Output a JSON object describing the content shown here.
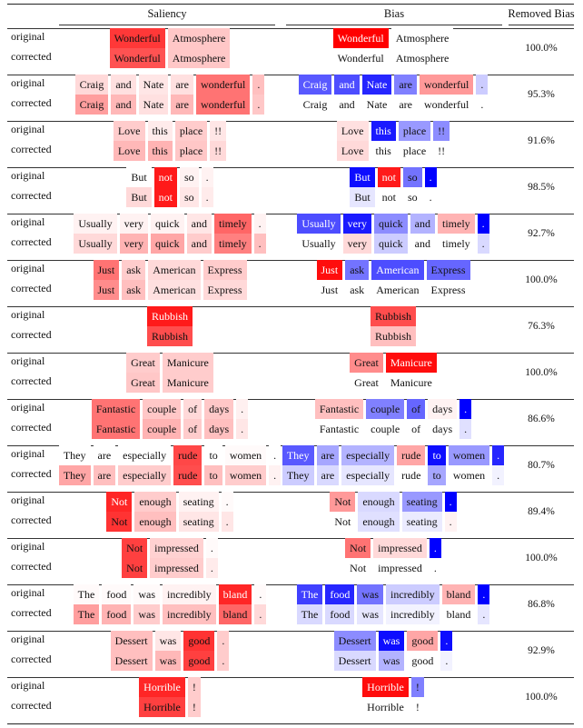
{
  "headers": {
    "saliency": "Saliency",
    "bias": "Bias",
    "removed": "Removed Bias"
  },
  "row_labels": {
    "original": "original",
    "corrected": "corrected"
  },
  "rows": [
    {
      "tokens": [
        "Wonderful",
        "Atmosphere"
      ],
      "sal_o": [
        0.78,
        0.22
      ],
      "sal_c": [
        0.68,
        0.22
      ],
      "bias_o": [
        1.0,
        0.0
      ],
      "bias_c": [
        0,
        0
      ],
      "removed": "100.0%"
    },
    {
      "tokens": [
        "Craig",
        "and",
        "Nate",
        "are",
        "wonderful",
        "."
      ],
      "sal_o": [
        0.15,
        0.12,
        0.1,
        0.12,
        0.55,
        0.25
      ],
      "sal_c": [
        0.38,
        0.28,
        0.12,
        0.28,
        0.55,
        0.22
      ],
      "bias_o": [
        -0.65,
        -0.7,
        -0.85,
        -0.5,
        0.4,
        -0.2
      ],
      "bias_c": [
        0,
        0,
        0,
        0,
        0,
        0
      ],
      "removed": "95.3%"
    },
    {
      "tokens": [
        "Love",
        "this",
        "place",
        "!!"
      ],
      "sal_o": [
        0.2,
        0.08,
        0.2,
        0.1
      ],
      "sal_c": [
        0.28,
        0.3,
        0.22,
        0.15
      ],
      "bias_o": [
        0.12,
        -0.9,
        -0.4,
        -0.45
      ],
      "bias_c": [
        0.15,
        0,
        0,
        0
      ],
      "removed": "91.6%"
    },
    {
      "tokens": [
        "But",
        "not",
        "so",
        "."
      ],
      "sal_o": [
        0,
        0.9,
        0.05,
        0.05
      ],
      "sal_c": [
        0.15,
        0.9,
        0.1,
        0.08
      ],
      "bias_o": [
        -0.95,
        0.9,
        -0.55,
        -1.0
      ],
      "bias_c": [
        -0.1,
        0,
        0,
        0
      ],
      "removed": "98.5%"
    },
    {
      "tokens": [
        "Usually",
        "very",
        "quick",
        "and",
        "timely",
        "."
      ],
      "sal_o": [
        0.05,
        0.05,
        0.05,
        0.1,
        0.6,
        0.05
      ],
      "sal_c": [
        0.15,
        0.3,
        0.35,
        0.2,
        0.5,
        0.25
      ],
      "bias_o": [
        -0.7,
        -0.9,
        -0.45,
        -0.3,
        0.3,
        -1.0
      ],
      "bias_c": [
        0,
        0.15,
        -0.2,
        0,
        0,
        -0.15
      ],
      "removed": "92.7%"
    },
    {
      "tokens": [
        "Just",
        "ask",
        "American",
        "Express"
      ],
      "sal_o": [
        0.55,
        0.2,
        0.15,
        0.2
      ],
      "sal_c": [
        0.45,
        0.25,
        0.12,
        0.15
      ],
      "bias_o": [
        0.95,
        -0.55,
        -0.7,
        -0.6
      ],
      "bias_c": [
        0,
        0,
        0,
        0
      ],
      "removed": "100.0%"
    },
    {
      "tokens": [
        "Rubbish"
      ],
      "sal_o": [
        0.9
      ],
      "sal_c": [
        0.7
      ],
      "bias_o": [
        0.7
      ],
      "bias_c": [
        0.25
      ],
      "removed": "76.3%"
    },
    {
      "tokens": [
        "Great",
        "Manicure"
      ],
      "sal_o": [
        0.2,
        0.2
      ],
      "sal_c": [
        0.22,
        0.2
      ],
      "bias_o": [
        0.45,
        0.95
      ],
      "bias_c": [
        0,
        0
      ],
      "removed": "100.0%"
    },
    {
      "tokens": [
        "Fantastic",
        "couple",
        "of",
        "days",
        "."
      ],
      "sal_o": [
        0.55,
        0.22,
        0.15,
        0.22,
        0.06
      ],
      "sal_c": [
        0.55,
        0.3,
        0.2,
        0.25,
        0.1
      ],
      "bias_o": [
        0.25,
        -0.5,
        -0.6,
        0.05,
        -1.0
      ],
      "bias_c": [
        0,
        0,
        0,
        0,
        -0.12
      ],
      "removed": "86.6%"
    },
    {
      "tokens": [
        "They",
        "are",
        "especially",
        "rude",
        "to",
        "women",
        "."
      ],
      "sal_o": [
        0,
        0,
        0,
        0.72,
        0,
        0.02,
        0
      ],
      "sal_c": [
        0.35,
        0.25,
        0.2,
        0.7,
        0.25,
        0.2,
        0.05
      ],
      "bias_o": [
        -0.65,
        -0.35,
        -0.3,
        0.35,
        -0.95,
        -0.4,
        -0.85
      ],
      "bias_c": [
        -0.2,
        -0.15,
        -0.1,
        0,
        -0.35,
        0,
        -0.05
      ],
      "removed": "80.7%"
    },
    {
      "tokens": [
        "Not",
        "enough",
        "seating",
        "."
      ],
      "sal_o": [
        0.85,
        0.2,
        0.05,
        0.02
      ],
      "sal_c": [
        0.8,
        0.25,
        0.1,
        0.1
      ],
      "bias_o": [
        0.4,
        -0.15,
        -0.4,
        -1.0
      ],
      "bias_c": [
        0,
        -0.12,
        -0.08,
        0.05
      ],
      "removed": "89.4%"
    },
    {
      "tokens": [
        "Not",
        "impressed",
        "."
      ],
      "sal_o": [
        0.75,
        0.18,
        0.02
      ],
      "sal_c": [
        0.75,
        0.2,
        0.08
      ],
      "bias_o": [
        0.55,
        0.15,
        -1.0
      ],
      "bias_c": [
        0,
        0,
        0
      ],
      "removed": "100.0%"
    },
    {
      "tokens": [
        "The",
        "food",
        "was",
        "incredibly",
        "bland",
        "."
      ],
      "sal_o": [
        0.02,
        0.02,
        0.02,
        0.05,
        0.85,
        0.02
      ],
      "sal_c": [
        0.38,
        0.3,
        0.2,
        0.25,
        0.6,
        0.15
      ],
      "bias_o": [
        -0.75,
        -0.85,
        -0.55,
        -0.2,
        0.3,
        -1.0
      ],
      "bias_c": [
        -0.15,
        -0.15,
        -0.1,
        -0.05,
        0,
        -0.1
      ],
      "removed": "86.8%"
    },
    {
      "tokens": [
        "Dessert",
        "was",
        "good",
        "."
      ],
      "sal_o": [
        0.25,
        0.1,
        0.8,
        0.2
      ],
      "sal_c": [
        0.25,
        0.28,
        0.75,
        0.2
      ],
      "bias_o": [
        -0.45,
        -0.95,
        0.35,
        -0.95
      ],
      "bias_c": [
        -0.15,
        -0.3,
        0,
        -0.05
      ],
      "removed": "92.9%"
    },
    {
      "tokens": [
        "Horrible",
        "!"
      ],
      "sal_o": [
        0.85,
        0.2
      ],
      "sal_c": [
        0.75,
        0.2
      ],
      "bias_o": [
        0.95,
        -0.5
      ],
      "bias_c": [
        0,
        0
      ],
      "removed": "100.0%"
    }
  ]
}
